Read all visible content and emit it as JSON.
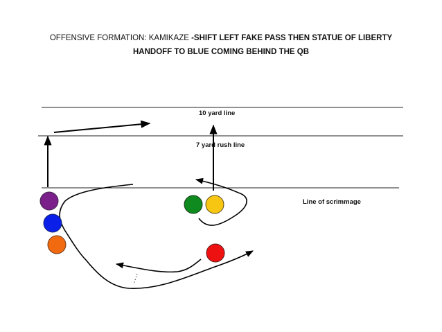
{
  "title": {
    "prefix": "OFFENSIVE FORMATION: KAMIKAZE ",
    "line1_bold": "-SHIFT LEFT FAKE PASS THEN STATUE OF LIBERTY",
    "line2_bold": "HANDOFF TO BLUE COMING BEHIND THE QB"
  },
  "field_labels": {
    "ten_yard": "10 yard line",
    "seven_yard": "7 yard rush line",
    "scrimmage": "Line of scrimmage"
  },
  "players": [
    {
      "id": "purple",
      "color": "#7B1F8A"
    },
    {
      "id": "blue",
      "color": "#0A1FE8"
    },
    {
      "id": "orange",
      "color": "#F26A0F"
    },
    {
      "id": "green",
      "color": "#0E8A1E"
    },
    {
      "id": "yellow",
      "color": "#F7C613"
    },
    {
      "id": "red",
      "color": "#EE1111"
    }
  ]
}
